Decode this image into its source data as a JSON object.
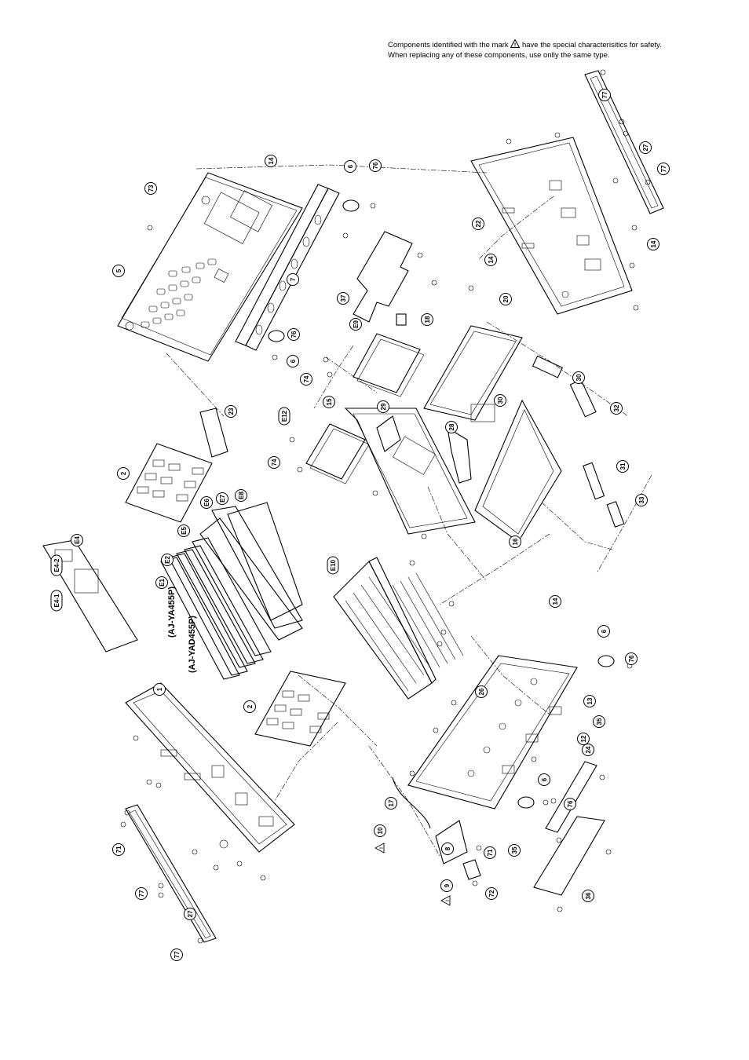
{
  "safety_note": {
    "line1_before": "Components identified with the mark",
    "line1_after": "have the special characterisitics for safety.",
    "line2": "When replacing any of these components, use onlly the same type."
  },
  "model_labels": [
    "(AJ-YA455P)",
    "(AJ-YAD455P)"
  ],
  "callouts": [
    "1",
    "2",
    "2",
    "5",
    "6",
    "6",
    "6",
    "6",
    "7",
    "8",
    "9",
    "10",
    "12",
    "13",
    "14",
    "14",
    "14",
    "14",
    "15",
    "16",
    "17",
    "18",
    "20",
    "22",
    "23",
    "24",
    "26",
    "27",
    "27",
    "28",
    "29",
    "30",
    "30",
    "31",
    "32",
    "33",
    "35",
    "35",
    "36",
    "37",
    "71",
    "71",
    "72",
    "73",
    "74",
    "74",
    "76",
    "76",
    "76",
    "76",
    "77",
    "77",
    "77",
    "77",
    "E1",
    "E2",
    "E4",
    "E4-1",
    "E4-2",
    "E5",
    "E6",
    "E7",
    "E8",
    "E9",
    "E10",
    "E12"
  ]
}
